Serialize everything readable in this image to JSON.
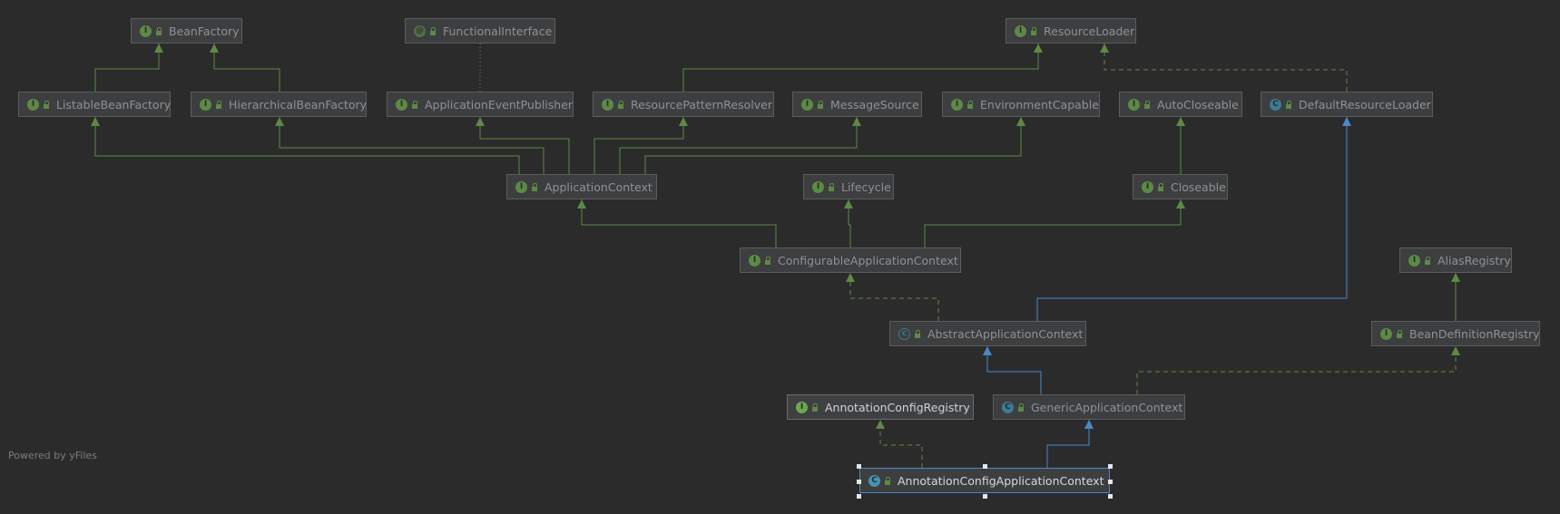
{
  "diagram": {
    "nodes": [
      {
        "id": "BeanFactory",
        "label": "BeanFactory",
        "kind": "interface",
        "icon": "interface-icon"
      },
      {
        "id": "FunctionalInterface",
        "label": "FunctionalInterface",
        "kind": "annotation",
        "icon": "annotation-icon"
      },
      {
        "id": "ResourceLoader",
        "label": "ResourceLoader",
        "kind": "interface",
        "icon": "interface-icon"
      },
      {
        "id": "ListableBeanFactory",
        "label": "ListableBeanFactory",
        "kind": "interface",
        "icon": "interface-icon"
      },
      {
        "id": "HierarchicalBeanFactory",
        "label": "HierarchicalBeanFactory",
        "kind": "interface",
        "icon": "interface-icon"
      },
      {
        "id": "ApplicationEventPublisher",
        "label": "ApplicationEventPublisher",
        "kind": "interface",
        "icon": "interface-icon"
      },
      {
        "id": "ResourcePatternResolver",
        "label": "ResourcePatternResolver",
        "kind": "interface",
        "icon": "interface-icon"
      },
      {
        "id": "MessageSource",
        "label": "MessageSource",
        "kind": "interface",
        "icon": "interface-icon"
      },
      {
        "id": "EnvironmentCapable",
        "label": "EnvironmentCapable",
        "kind": "interface",
        "icon": "interface-icon"
      },
      {
        "id": "AutoCloseable",
        "label": "AutoCloseable",
        "kind": "interface",
        "icon": "interface-icon"
      },
      {
        "id": "DefaultResourceLoader",
        "label": "DefaultResourceLoader",
        "kind": "class",
        "icon": "class-icon"
      },
      {
        "id": "ApplicationContext",
        "label": "ApplicationContext",
        "kind": "interface",
        "icon": "interface-icon"
      },
      {
        "id": "Lifecycle",
        "label": "Lifecycle",
        "kind": "interface",
        "icon": "interface-icon"
      },
      {
        "id": "Closeable",
        "label": "Closeable",
        "kind": "interface",
        "icon": "interface-icon"
      },
      {
        "id": "ConfigurableApplicationContext",
        "label": "ConfigurableApplicationContext",
        "kind": "interface",
        "icon": "interface-icon"
      },
      {
        "id": "AliasRegistry",
        "label": "AliasRegistry",
        "kind": "interface",
        "icon": "interface-icon"
      },
      {
        "id": "AbstractApplicationContext",
        "label": "AbstractApplicationContext",
        "kind": "abstract",
        "icon": "abstract-class-icon"
      },
      {
        "id": "BeanDefinitionRegistry",
        "label": "BeanDefinitionRegistry",
        "kind": "interface",
        "icon": "interface-icon"
      },
      {
        "id": "AnnotationConfigRegistry",
        "label": "AnnotationConfigRegistry",
        "kind": "interface",
        "icon": "interface-icon",
        "highlight": true
      },
      {
        "id": "GenericApplicationContext",
        "label": "GenericApplicationContext",
        "kind": "class",
        "icon": "class-icon"
      },
      {
        "id": "AnnotationConfigApplicationContext",
        "label": "AnnotationConfigApplicationContext",
        "kind": "class",
        "icon": "class-icon",
        "selected": true
      }
    ],
    "edges": [
      {
        "from": "ListableBeanFactory",
        "to": "BeanFactory",
        "type": "extends"
      },
      {
        "from": "HierarchicalBeanFactory",
        "to": "BeanFactory",
        "type": "extends"
      },
      {
        "from": "ApplicationEventPublisher",
        "to": "FunctionalInterface",
        "type": "annotated"
      },
      {
        "from": "ResourcePatternResolver",
        "to": "ResourceLoader",
        "type": "extends"
      },
      {
        "from": "DefaultResourceLoader",
        "to": "ResourceLoader",
        "type": "implements"
      },
      {
        "from": "ApplicationContext",
        "to": "ListableBeanFactory",
        "type": "extends"
      },
      {
        "from": "ApplicationContext",
        "to": "HierarchicalBeanFactory",
        "type": "extends"
      },
      {
        "from": "ApplicationContext",
        "to": "ApplicationEventPublisher",
        "type": "extends"
      },
      {
        "from": "ApplicationContext",
        "to": "ResourcePatternResolver",
        "type": "extends"
      },
      {
        "from": "ApplicationContext",
        "to": "MessageSource",
        "type": "extends"
      },
      {
        "from": "ApplicationContext",
        "to": "EnvironmentCapable",
        "type": "extends"
      },
      {
        "from": "Closeable",
        "to": "AutoCloseable",
        "type": "extends"
      },
      {
        "from": "ConfigurableApplicationContext",
        "to": "ApplicationContext",
        "type": "extends"
      },
      {
        "from": "ConfigurableApplicationContext",
        "to": "Lifecycle",
        "type": "extends"
      },
      {
        "from": "ConfigurableApplicationContext",
        "to": "Closeable",
        "type": "extends"
      },
      {
        "from": "AbstractApplicationContext",
        "to": "ConfigurableApplicationContext",
        "type": "implements"
      },
      {
        "from": "AbstractApplicationContext",
        "to": "DefaultResourceLoader",
        "type": "class-extends"
      },
      {
        "from": "BeanDefinitionRegistry",
        "to": "AliasRegistry",
        "type": "extends"
      },
      {
        "from": "GenericApplicationContext",
        "to": "AbstractApplicationContext",
        "type": "class-extends"
      },
      {
        "from": "GenericApplicationContext",
        "to": "BeanDefinitionRegistry",
        "type": "implements"
      },
      {
        "from": "AnnotationConfigApplicationContext",
        "to": "AnnotationConfigRegistry",
        "type": "implements"
      },
      {
        "from": "AnnotationConfigApplicationContext",
        "to": "GenericApplicationContext",
        "type": "class-extends"
      }
    ],
    "colors": {
      "background": "#2b2b2b",
      "interface_edge": "#5c8a45",
      "class_edge": "#4a88c7",
      "annotation_edge": "#8a7a3a"
    }
  },
  "footer": {
    "text": "Powered by yFiles"
  }
}
